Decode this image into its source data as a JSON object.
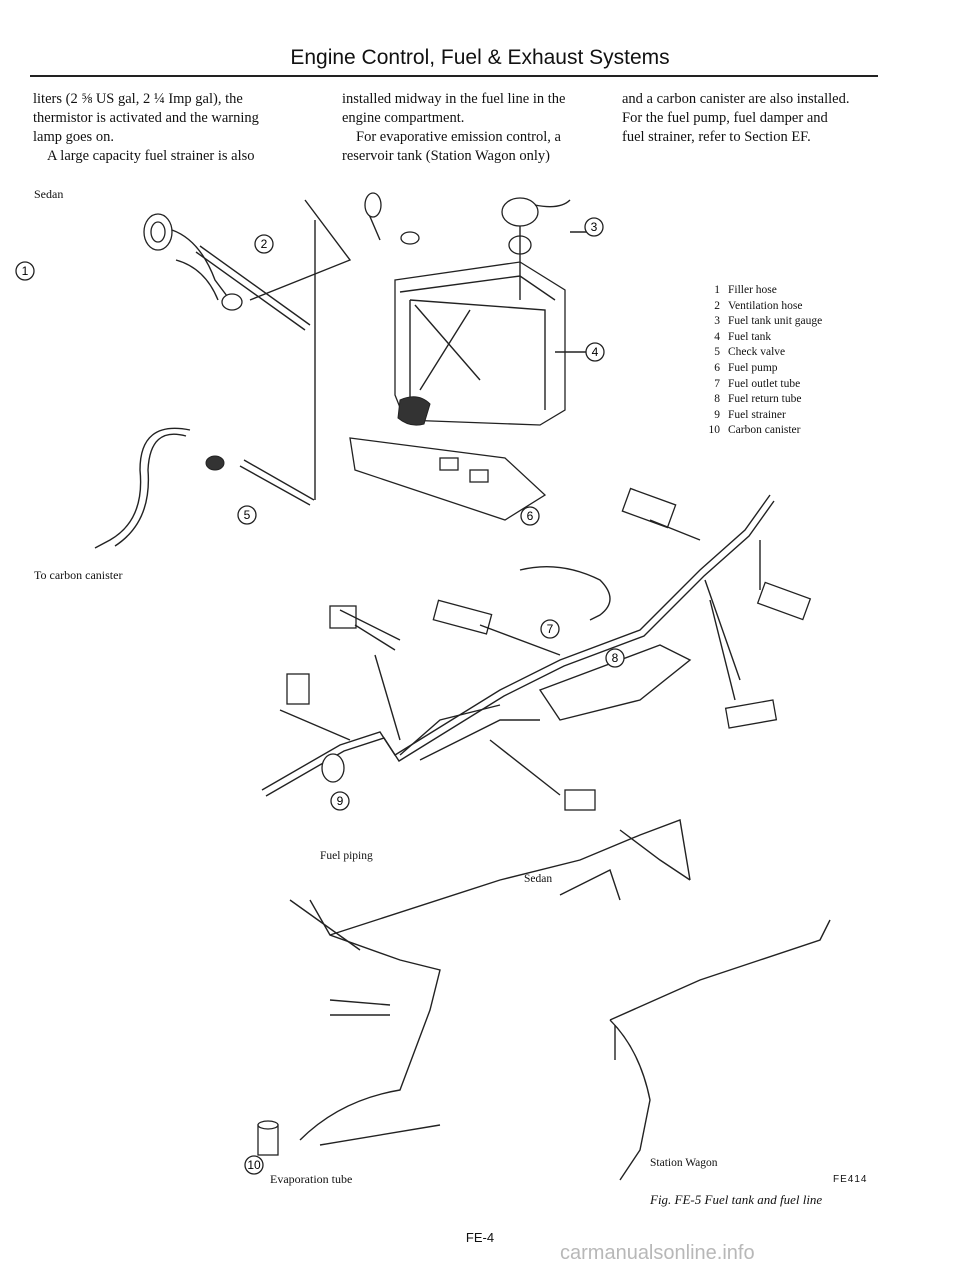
{
  "header": {
    "title": "Engine Control, Fuel & Exhaust Systems"
  },
  "body_text": {
    "col1_line1": "liters (2 ⅝ US gal, 2 ¼ Imp gal), the",
    "col1_line2": "thermistor is activated and the warning",
    "col1_line3": "lamp goes on.",
    "col1_line4": "A large capacity fuel strainer is also",
    "col2_line1": "installed midway in the fuel line in the",
    "col2_line2": "engine compartment.",
    "col2_line3": "For evaporative emission control, a",
    "col2_line4": "reservoir tank (Station Wagon only)",
    "col3_line1": "and a carbon canister are also installed.",
    "col3_line2": "For the fuel pump, fuel damper and",
    "col3_line3": "fuel strainer, refer to Section EF."
  },
  "figure": {
    "labels": {
      "sedan_top": "Sedan",
      "to_carbon_canister": "To carbon canister",
      "fuel_piping": "Fuel piping",
      "sedan_mid": "Sedan",
      "evaporation_tube": "Evaporation tube",
      "station_wagon": "Station Wagon"
    },
    "callouts": [
      "1",
      "2",
      "3",
      "4",
      "5",
      "6",
      "7",
      "8",
      "9",
      "10"
    ],
    "legend": [
      {
        "num": "1",
        "text": "Filler hose"
      },
      {
        "num": "2",
        "text": "Ventilation hose"
      },
      {
        "num": "3",
        "text": "Fuel tank unit gauge"
      },
      {
        "num": "4",
        "text": "Fuel tank"
      },
      {
        "num": "5",
        "text": "Check valve"
      },
      {
        "num": "6",
        "text": "Fuel pump"
      },
      {
        "num": "7",
        "text": "Fuel outlet tube"
      },
      {
        "num": "8",
        "text": "Fuel return tube"
      },
      {
        "num": "9",
        "text": "Fuel strainer"
      },
      {
        "num": "10",
        "text": "Carbon canister"
      }
    ],
    "figure_code": "FE414",
    "caption": "Fig. FE-5 Fuel tank and fuel line"
  },
  "footer": {
    "page_number": "FE-4",
    "watermark": "carmanualsonline.info"
  }
}
